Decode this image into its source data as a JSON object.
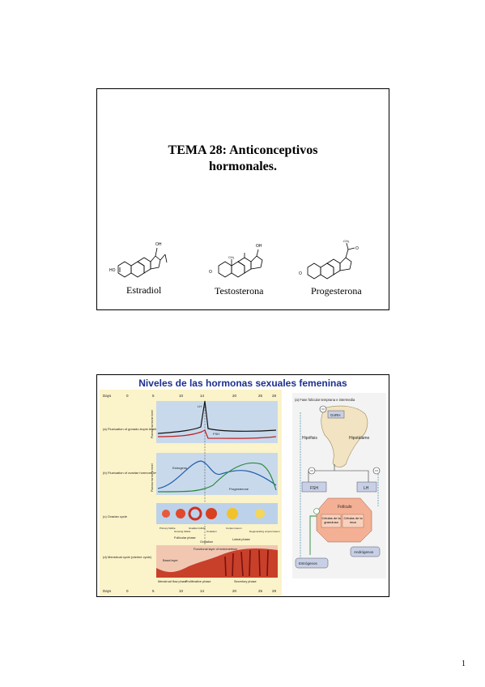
{
  "slide1": {
    "title_line1": "TEMA 28: Anticonceptivos",
    "title_line2": "hormonales.",
    "molecules": [
      {
        "label": "Estradiol"
      },
      {
        "label": "Testosterona"
      },
      {
        "label": "Progesterona"
      }
    ]
  },
  "slide2": {
    "title": "Niveles de las hormonas sexuales femeninas",
    "days_label": "Days",
    "day_ticks": [
      "0",
      "5",
      "10",
      "14",
      "20",
      "25",
      "28"
    ],
    "rows": [
      {
        "label": "(a) Fluctuation of gonado-tropin levels",
        "axis": "Plasma hormone level"
      },
      {
        "label": "(b) Fluctuation of ovarian hormone levels",
        "axis": "Plasma hormone level"
      },
      {
        "label": "(c) Ovarian cycle"
      },
      {
        "label": "(d) Menstrual cycle (uterine cycle)"
      }
    ],
    "curve_labels": {
      "lh": "LH",
      "fsh": "FSH",
      "estrogens": "Estrogens",
      "progesterone": "Progesterone"
    },
    "ovarian_labels": [
      "Primary follicle",
      "Growing follicle",
      "Graafian follicle",
      "Ovulation",
      "Corpus luteum",
      "Degenerating corpus luteum"
    ],
    "phase_labels": {
      "follicular": "Follicular phase",
      "ovulation": "Ovulation",
      "luteal": "Luteal phase"
    },
    "uterine_labels": {
      "functional": "Functional layer of endometrium",
      "basal": "Basal layer",
      "menstrual": "Menstrual flow phase",
      "proliferative": "Proliferative phase",
      "secretory": "Secretory phase"
    },
    "hypo": {
      "heading": "(a) Fase folicular temprana e intermedia",
      "gnrh": "GnRH",
      "hipofisis": "Hipófisis",
      "hipotalamo": "Hipotálamo",
      "fsh": "FSH",
      "lh": "LH",
      "foliculo": "Folículo",
      "granulosa": "Células de la granulosa",
      "teca": "Células de la teca",
      "androgenos": "Andrógenos",
      "estrogenos": "Estrógenos"
    }
  },
  "page_number": "1"
}
